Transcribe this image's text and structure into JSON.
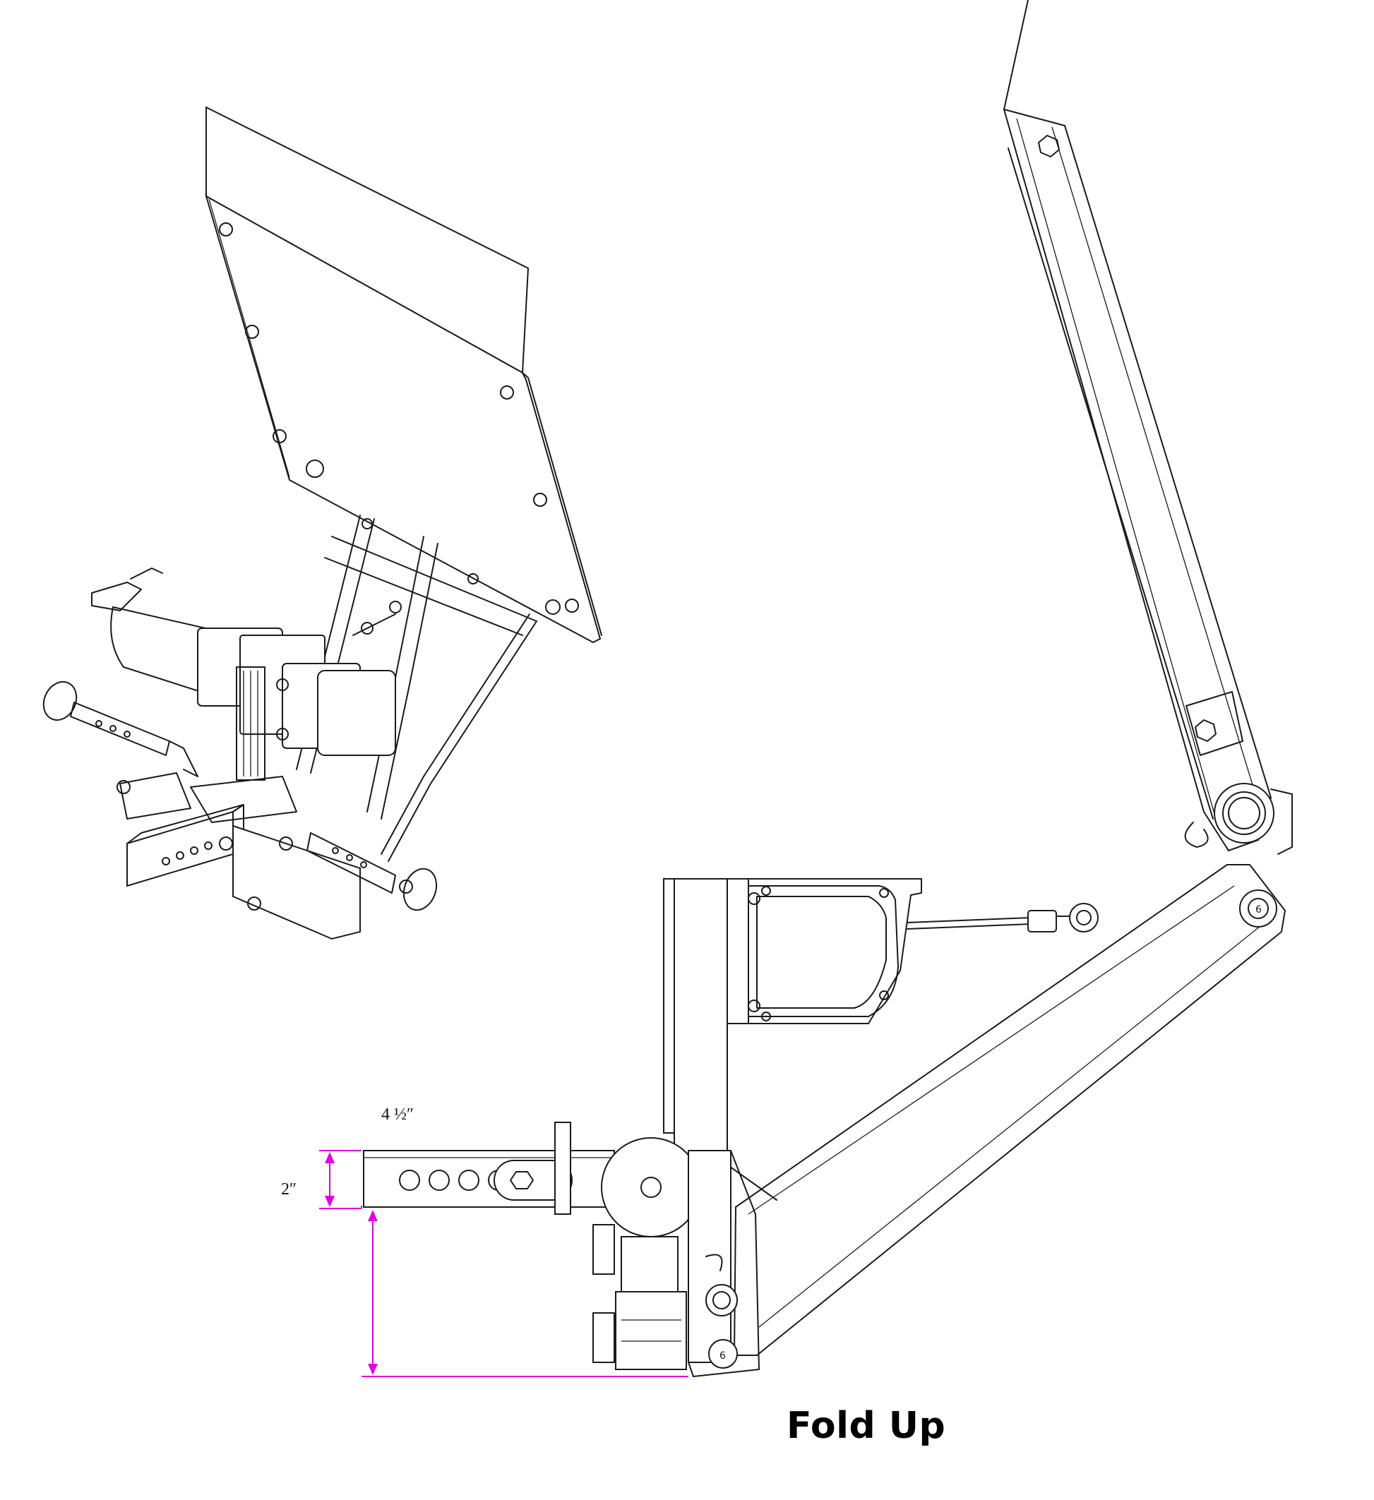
{
  "caption": "Fold Up",
  "dimensions": {
    "receiver_height": "2″",
    "hitch_drop": "4 ½″"
  },
  "colors": {
    "line": "#1a1a1a",
    "dimension": "#e000e0"
  }
}
